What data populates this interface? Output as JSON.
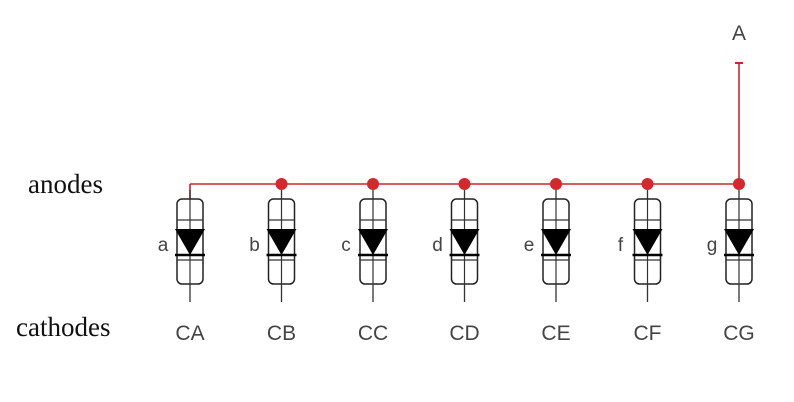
{
  "row_labels": {
    "anodes": "anodes",
    "cathodes": "cathodes"
  },
  "common_terminal": {
    "label": "A"
  },
  "segments": [
    {
      "letter": "a",
      "cathode": "CA",
      "junction_dot": false
    },
    {
      "letter": "b",
      "cathode": "CB",
      "junction_dot": true
    },
    {
      "letter": "c",
      "cathode": "CC",
      "junction_dot": true
    },
    {
      "letter": "d",
      "cathode": "CD",
      "junction_dot": true
    },
    {
      "letter": "e",
      "cathode": "CE",
      "junction_dot": true
    },
    {
      "letter": "f",
      "cathode": "CF",
      "junction_dot": true
    },
    {
      "letter": "g",
      "cathode": "CG",
      "junction_dot": true
    }
  ],
  "colors": {
    "wire": "#c8282c",
    "dot": "#d4282c",
    "body_outline": "#222222",
    "diode": "#000000",
    "lead": "#333333",
    "label_text": "#444444"
  }
}
